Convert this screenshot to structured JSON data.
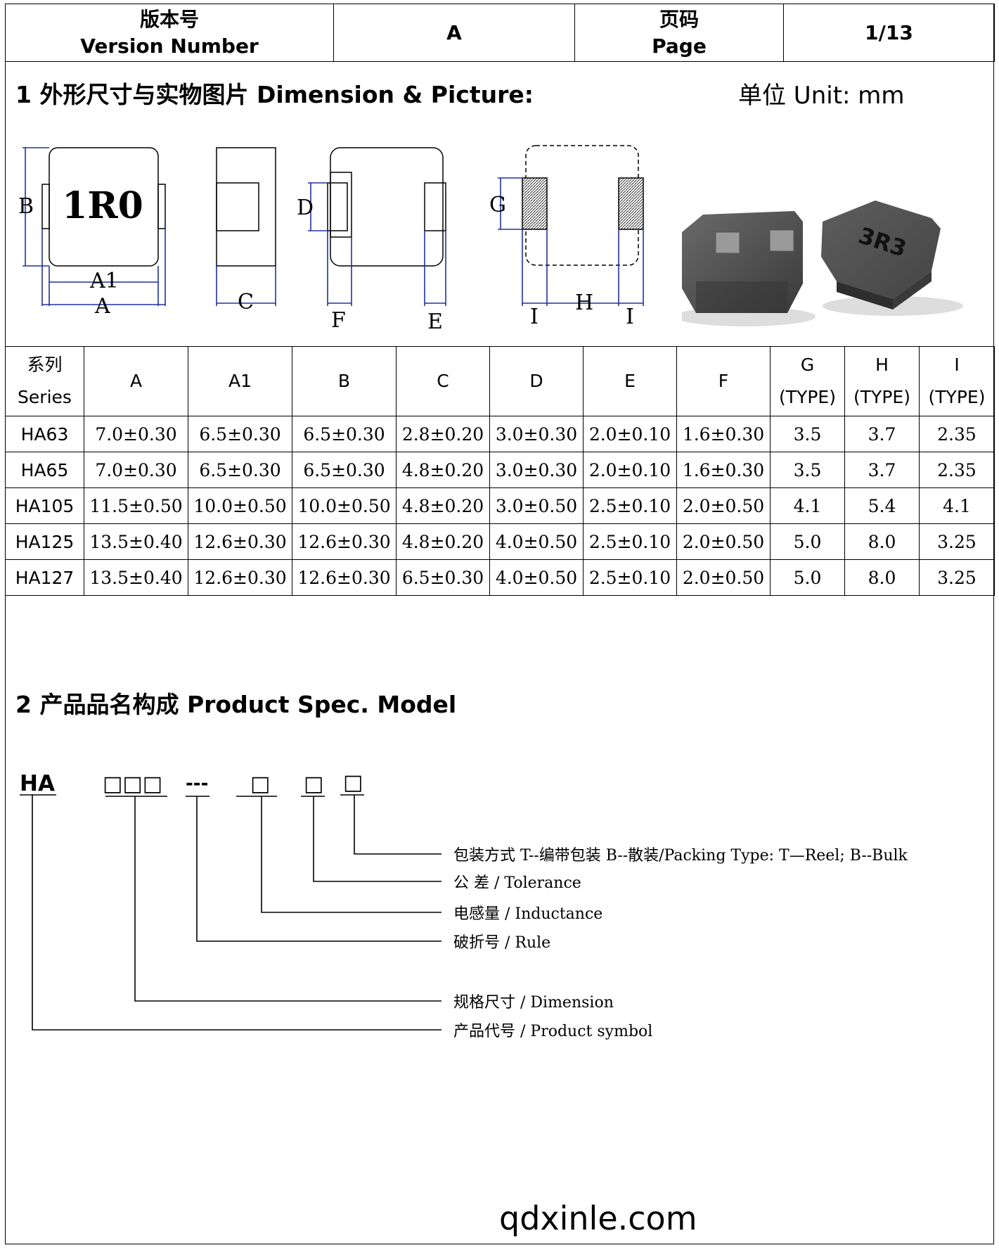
{
  "header": {
    "version_cn": "版本号",
    "version_en": "Version Number",
    "version_value": "A",
    "page_cn": "页码",
    "page_en": "Page",
    "page_value": "1/13"
  },
  "section1": {
    "title": "1  外形尺寸与实物图片 Dimension & Picture:",
    "unit": "单位 Unit:  mm"
  },
  "diagram": {
    "marking": "1R0",
    "photo_marking": "3R3",
    "labels": {
      "B": "B",
      "A1": "A1",
      "A": "A",
      "C": "C",
      "D": "D",
      "F": "F",
      "E": "E",
      "G": "G",
      "I": "I",
      "H": "H"
    }
  },
  "table": {
    "headers": [
      {
        "l1": "系列",
        "l2": "Series"
      },
      {
        "l1": "A",
        "l2": ""
      },
      {
        "l1": "A1",
        "l2": ""
      },
      {
        "l1": "B",
        "l2": ""
      },
      {
        "l1": "C",
        "l2": ""
      },
      {
        "l1": "D",
        "l2": ""
      },
      {
        "l1": "E",
        "l2": ""
      },
      {
        "l1": "F",
        "l2": ""
      },
      {
        "l1": "G",
        "l2": "(TYPE)"
      },
      {
        "l1": "H",
        "l2": "(TYPE)"
      },
      {
        "l1": "I",
        "l2": "(TYPE)"
      }
    ],
    "rows": [
      [
        "HA63",
        "7.0±0.30",
        "6.5±0.30",
        "6.5±0.30",
        "2.8±0.20",
        "3.0±0.30",
        "2.0±0.10",
        "1.6±0.30",
        "3.5",
        "3.7",
        "2.35"
      ],
      [
        "HA65",
        "7.0±0.30",
        "6.5±0.30",
        "6.5±0.30",
        "4.8±0.20",
        "3.0±0.30",
        "2.0±0.10",
        "1.6±0.30",
        "3.5",
        "3.7",
        "2.35"
      ],
      [
        "HA105",
        "11.5±0.50",
        "10.0±0.50",
        "10.0±0.50",
        "4.8±0.20",
        "3.0±0.50",
        "2.5±0.10",
        "2.0±0.50",
        "4.1",
        "5.4",
        "4.1"
      ],
      [
        "HA125",
        "13.5±0.40",
        "12.6±0.30",
        "12.6±0.30",
        "4.8±0.20",
        "4.0±0.50",
        "2.5±0.10",
        "2.0±0.50",
        "5.0",
        "8.0",
        "3.25"
      ],
      [
        "HA127",
        "13.5±0.40",
        "12.6±0.30",
        "12.6±0.30",
        "6.5±0.30",
        "4.0±0.50",
        "2.5±0.10",
        "2.0±0.50",
        "5.0",
        "8.0",
        "3.25"
      ]
    ]
  },
  "section2": {
    "title": "2  产品品名构成 Product Spec. Model"
  },
  "model": {
    "prefix": "HA",
    "dim_boxes": "□□□",
    "dash": "---",
    "box": "□",
    "legend": [
      "包装方式  T--编带包装 B--散装/Packing Type: T—Reel; B--Bulk",
      "公    差 / Tolerance",
      "电感量 / Inductance",
      "破折号 / Rule",
      "规格尺寸 / Dimension",
      "产品代号 / Product symbol"
    ]
  },
  "footer": {
    "website": "qdxinle.com"
  }
}
